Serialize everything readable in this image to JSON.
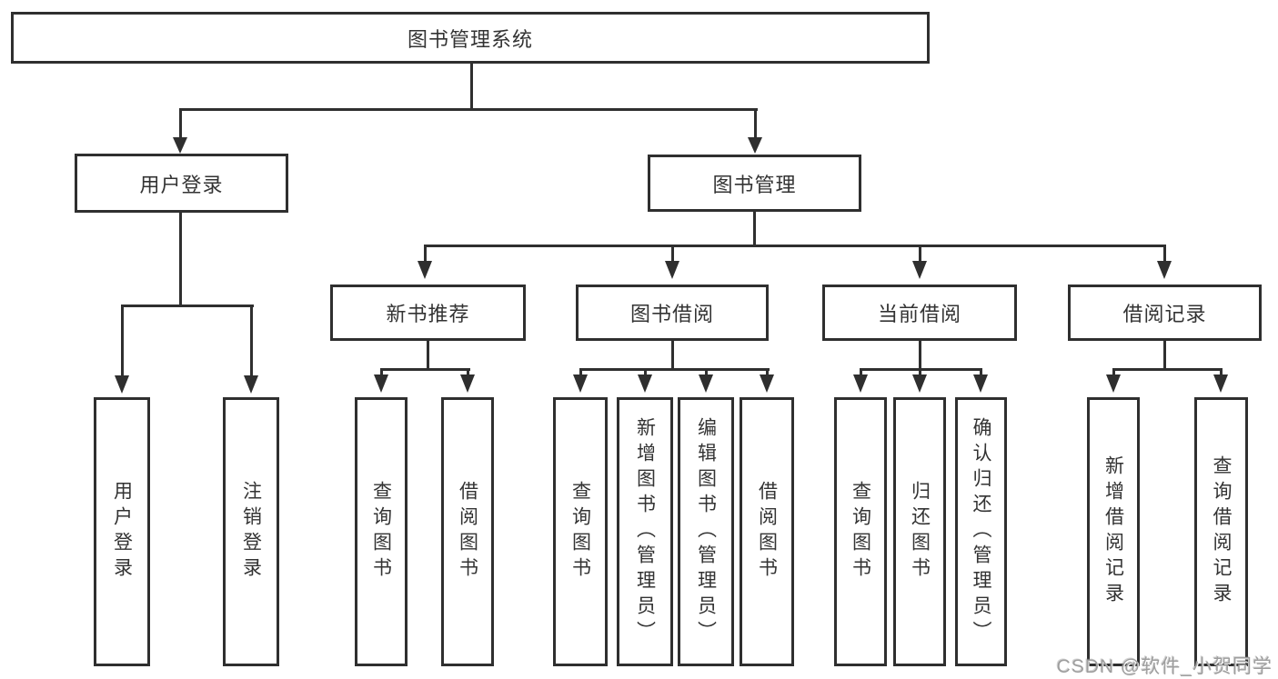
{
  "tree": {
    "root": {
      "label": "图书管理系统"
    },
    "branches": [
      {
        "label": "用户登录",
        "children": [
          {
            "label": "用户登录"
          },
          {
            "label": "注销登录"
          }
        ]
      },
      {
        "label": "图书管理",
        "children": [
          {
            "label": "新书推荐",
            "children": [
              {
                "label": "查询图书"
              },
              {
                "label": "借阅图书"
              }
            ]
          },
          {
            "label": "图书借阅",
            "children": [
              {
                "label": "查询图书"
              },
              {
                "label": "新增图书（管理员）"
              },
              {
                "label": "编辑图书（管理员）"
              },
              {
                "label": "借阅图书"
              }
            ]
          },
          {
            "label": "当前借阅",
            "children": [
              {
                "label": "查询图书"
              },
              {
                "label": "归还图书"
              },
              {
                "label": "确认归还（管理员）"
              }
            ]
          },
          {
            "label": "借阅记录",
            "children": [
              {
                "label": "新增借阅记录"
              },
              {
                "label": "查询借阅记录"
              }
            ]
          }
        ]
      }
    ]
  },
  "watermark": {
    "text": "CSDN @软件_小贺同学"
  },
  "colors": {
    "line": "#2f2f2f",
    "text": "#333333",
    "background": "#ffffff",
    "watermark_gray": "#9e9e9e"
  }
}
